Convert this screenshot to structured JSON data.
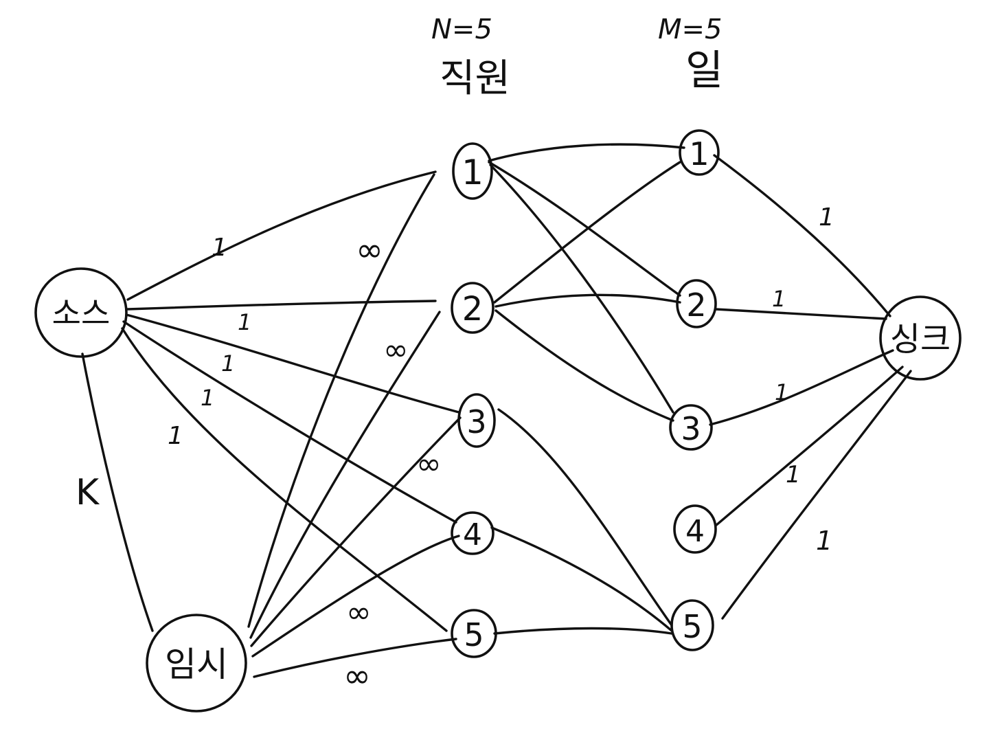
{
  "header": {
    "n_label": "N=5",
    "crew_label": "직원",
    "m_label": "M=5",
    "task_label": "일"
  },
  "nodes": {
    "source": "소스",
    "temp": "임시",
    "sink": "싱크",
    "crew": [
      "1",
      "2",
      "3",
      "4",
      "5"
    ],
    "tasks": [
      "1",
      "2",
      "3",
      "4",
      "5"
    ]
  },
  "edge_labels": {
    "source_to_crew": [
      "1",
      "1",
      "1",
      "1",
      "1"
    ],
    "source_to_temp": "K",
    "temp_to_crew": [
      "∞",
      "∞",
      "∞",
      "∞",
      "∞"
    ],
    "task_to_sink": [
      "1",
      "1",
      "1",
      "1",
      "1"
    ]
  }
}
